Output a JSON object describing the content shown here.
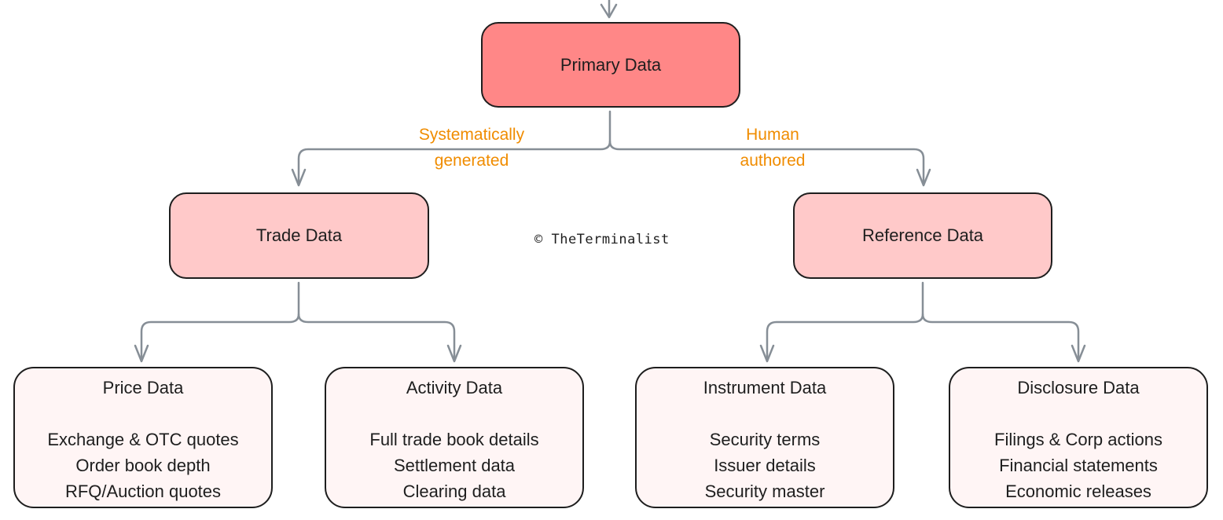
{
  "diagram": {
    "root": {
      "label": "Primary Data"
    },
    "edges": {
      "left": {
        "line1": "Systematically",
        "line2": "generated"
      },
      "right": {
        "line1": "Human",
        "line2": "authored"
      }
    },
    "trade": {
      "label": "Trade Data"
    },
    "reference": {
      "label": "Reference Data"
    },
    "watermark": "© TheTerminalist",
    "leaves": [
      {
        "title": "Price Data",
        "items": [
          "Exchange & OTC quotes",
          "Order book depth",
          "RFQ/Auction quotes"
        ]
      },
      {
        "title": "Activity Data",
        "items": [
          "Full trade book details",
          "Settlement data",
          "Clearing data"
        ]
      },
      {
        "title": "Instrument Data",
        "items": [
          "Security terms",
          "Issuer details",
          "Security master"
        ]
      },
      {
        "title": "Disclosure Data",
        "items": [
          "Filings & Corp actions",
          "Financial statements",
          "Economic releases"
        ]
      }
    ],
    "colors": {
      "root_fill": "#ff8787",
      "mid_fill": "#ffc9c9",
      "leaf_fill": "#fff5f5",
      "connector": "#868e96",
      "edge_label": "#f08c00"
    }
  }
}
